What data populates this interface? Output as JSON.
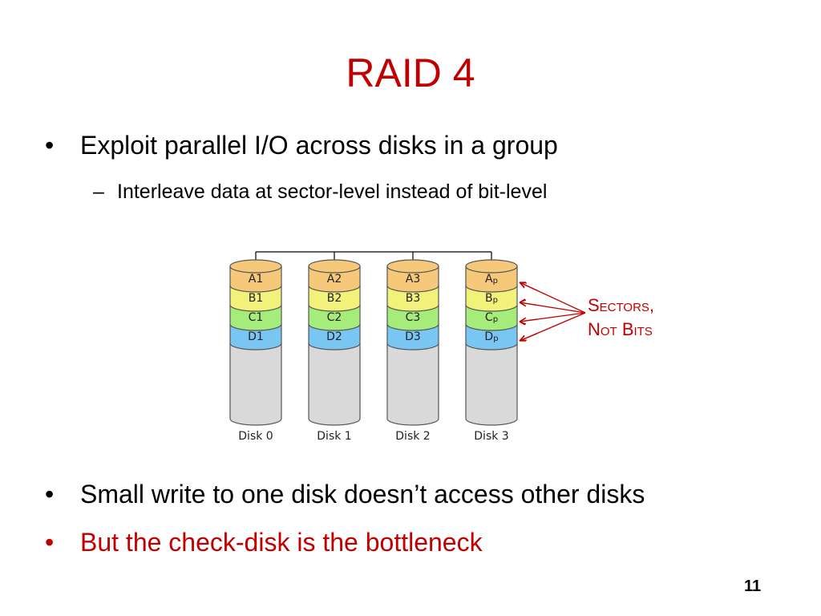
{
  "slide": {
    "title": "RAID 4",
    "bullets": [
      {
        "text": "Exploit parallel I/O across disks in a group",
        "color": "#000000"
      },
      {
        "text": "Small write to one disk doesn’t access other disks",
        "color": "#000000"
      },
      {
        "text": "But the check-disk is the bottleneck",
        "color": "#c00000"
      }
    ],
    "sub_bullets": [
      {
        "text": "Interleave data at sector-level instead of bit-level"
      }
    ],
    "page_number": "11"
  },
  "diagram": {
    "disks": [
      {
        "label": "Disk 0",
        "sectors": [
          "A1",
          "B1",
          "C1",
          "D1"
        ]
      },
      {
        "label": "Disk 1",
        "sectors": [
          "A2",
          "B2",
          "C2",
          "D2"
        ]
      },
      {
        "label": "Disk 2",
        "sectors": [
          "A3",
          "B3",
          "C3",
          "D3"
        ]
      },
      {
        "label": "Disk 3",
        "sectors": [
          "A",
          "B",
          "C",
          "D"
        ],
        "sector_subscript": "p"
      }
    ],
    "sector_colors": [
      "#f6c97a",
      "#f2f27a",
      "#a6ec7a",
      "#7ac6f2"
    ],
    "body_color": "#d9d9d9",
    "callout_lines": [
      "Sectors,",
      "Not Bits"
    ],
    "callout_color": "#c00000"
  }
}
